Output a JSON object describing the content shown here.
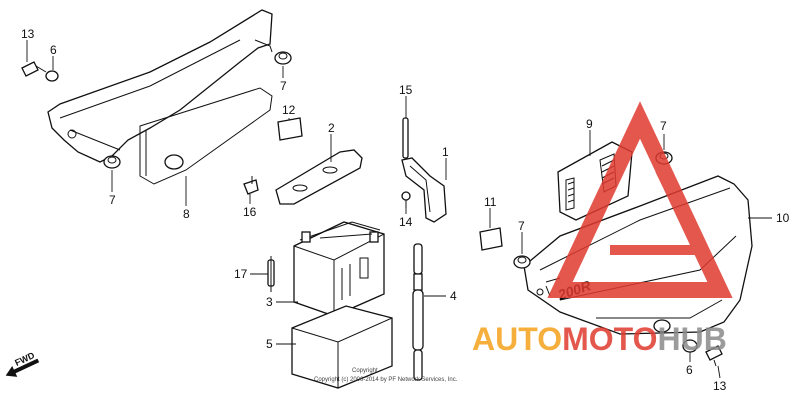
{
  "callouts": {
    "c1": "1",
    "c2": "2",
    "c3": "3",
    "c4": "4",
    "c5": "5",
    "c6a": "6",
    "c6b": "6",
    "c7a": "7",
    "c7b": "7",
    "c7c": "7",
    "c7d": "7",
    "c8": "8",
    "c9": "9",
    "c10": "10",
    "c11": "11",
    "c12": "12",
    "c13a": "13",
    "c13b": "13",
    "c14": "14",
    "c15": "15",
    "c16": "16",
    "c17": "17"
  },
  "fwd_label": "FWD",
  "cover_badge": "200R",
  "copyright": {
    "line1": "Copyright",
    "line2": "Copyright (c) 2006-2014 by PF Network Services, Inc."
  },
  "watermark": {
    "part1": "AUTO",
    "part2": "MOTO",
    "part3": "HUB",
    "colors": {
      "red": "#e03a2f",
      "orange": "#f5a21b",
      "gray": "#8a8a8a"
    }
  }
}
